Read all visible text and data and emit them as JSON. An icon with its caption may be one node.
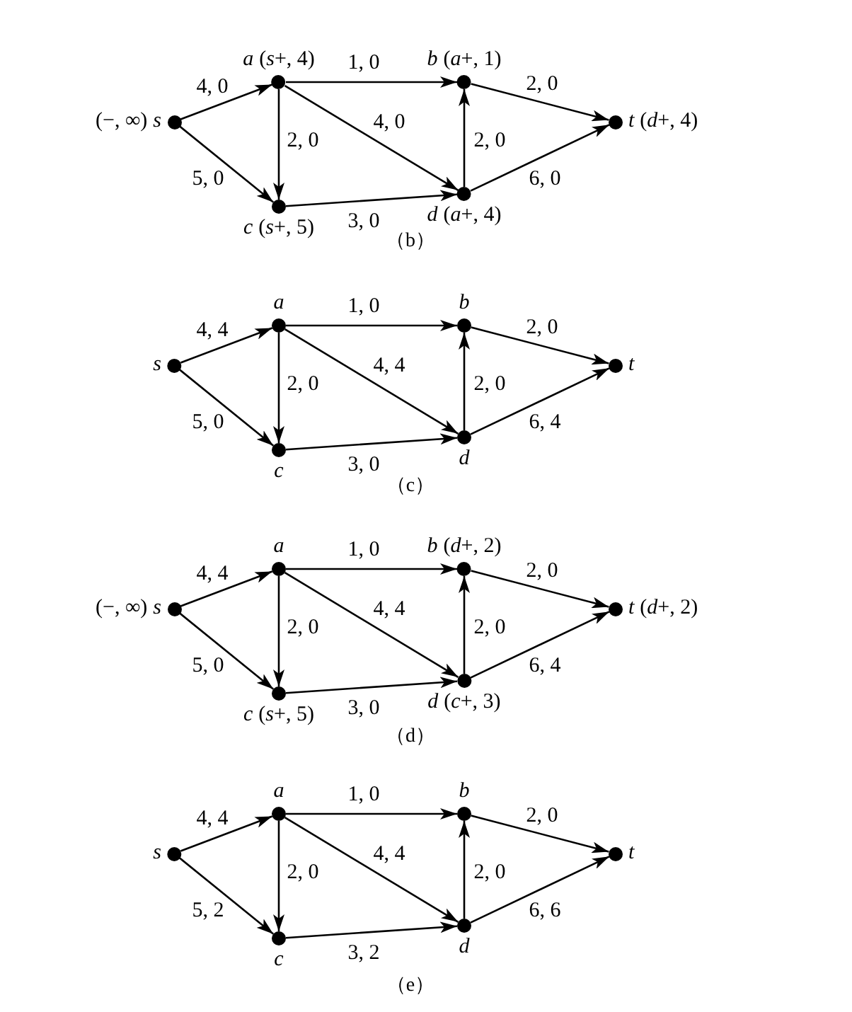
{
  "diagram": {
    "nodes": [
      {
        "text": [
          "s"
        ],
        "beside": [
          "(−, ∞)"
        ]
      },
      {
        "text": [
          "a"
        ],
        "beside": [
          "(*s*+, 4)"
        ]
      },
      {
        "text": [
          "b"
        ],
        "beside": [
          "(*a*+, 1)"
        ]
      },
      {
        "text": [
          "c"
        ],
        "beside": [
          "(*s*+, 5)"
        ]
      },
      {
        "text": [
          "d"
        ],
        "beside": [
          "(*a*+, 4)"
        ]
      },
      {
        "text": [
          "t"
        ],
        "beside": [
          "(*d*+, 4)"
        ]
      },
      {
        "text": [
          "s"
        ]
      },
      {
        "text": [
          "a"
        ]
      },
      {
        "text": [
          "b"
        ]
      },
      {
        "text": [
          "c"
        ]
      },
      {
        "text": [
          "d"
        ]
      },
      {
        "text": [
          "t"
        ]
      },
      {
        "text": [
          "s"
        ],
        "beside": [
          "(−, ∞)"
        ]
      },
      {
        "text": [
          "a"
        ]
      },
      {
        "text": [
          "b"
        ],
        "beside": [
          "(*d*+, 2)"
        ]
      },
      {
        "text": [
          "c"
        ],
        "beside": [
          "(*s*+, 5)"
        ]
      },
      {
        "text": [
          "d"
        ],
        "beside": [
          "(*c*+, 3)"
        ]
      },
      {
        "text": [
          "t"
        ],
        "beside": [
          "(*d*+, 2)"
        ]
      },
      {
        "text": [
          "s"
        ]
      },
      {
        "text": [
          "a"
        ]
      },
      {
        "text": [
          "b"
        ]
      },
      {
        "text": [
          "c"
        ]
      },
      {
        "text": [
          "d"
        ]
      },
      {
        "text": [
          "t"
        ]
      }
    ],
    "edges": [
      {
        "from": 0,
        "to": 1,
        "arrow": "to",
        "label": "4, 0"
      },
      {
        "from": 0,
        "to": 3,
        "arrow": "to",
        "label": "5, 0"
      },
      {
        "from": 1,
        "to": 2,
        "arrow": "to",
        "label": "1, 0"
      },
      {
        "from": 1,
        "to": 3,
        "arrow": "to",
        "label": "2, 0"
      },
      {
        "from": 1,
        "to": 4,
        "arrow": "to",
        "label": "4, 0"
      },
      {
        "from": 3,
        "to": 4,
        "arrow": "to",
        "label": "3, 0"
      },
      {
        "from": 4,
        "to": 2,
        "arrow": "to",
        "label": "2, 0"
      },
      {
        "from": 2,
        "to": 5,
        "arrow": "to",
        "label": "2, 0"
      },
      {
        "from": 4,
        "to": 5,
        "arrow": "to",
        "label": "6, 0"
      },
      {
        "from": 6,
        "to": 7,
        "arrow": "to",
        "label": "4, 4"
      },
      {
        "from": 6,
        "to": 9,
        "arrow": "to",
        "label": "5, 0"
      },
      {
        "from": 7,
        "to": 8,
        "arrow": "to",
        "label": "1, 0"
      },
      {
        "from": 7,
        "to": 9,
        "arrow": "to",
        "label": "2, 0"
      },
      {
        "from": 7,
        "to": 10,
        "arrow": "to",
        "label": "4, 4"
      },
      {
        "from": 9,
        "to": 10,
        "arrow": "to",
        "label": "3, 0"
      },
      {
        "from": 10,
        "to": 8,
        "arrow": "to",
        "label": "2, 0"
      },
      {
        "from": 8,
        "to": 11,
        "arrow": "to",
        "label": "2, 0"
      },
      {
        "from": 10,
        "to": 11,
        "arrow": "to",
        "label": "6, 4"
      },
      {
        "from": 12,
        "to": 13,
        "arrow": "to",
        "label": "4, 4"
      },
      {
        "from": 12,
        "to": 15,
        "arrow": "to",
        "label": "5, 0"
      },
      {
        "from": 13,
        "to": 14,
        "arrow": "to",
        "label": "1, 0"
      },
      {
        "from": 13,
        "to": 15,
        "arrow": "to",
        "label": "2, 0"
      },
      {
        "from": 13,
        "to": 16,
        "arrow": "to",
        "label": "4, 4"
      },
      {
        "from": 15,
        "to": 16,
        "arrow": "to",
        "label": "3, 0"
      },
      {
        "from": 16,
        "to": 14,
        "arrow": "to",
        "label": "2, 0"
      },
      {
        "from": 14,
        "to": 17,
        "arrow": "to",
        "label": "2, 0"
      },
      {
        "from": 16,
        "to": 17,
        "arrow": "to",
        "label": "6, 4"
      },
      {
        "from": 18,
        "to": 19,
        "arrow": "to",
        "label": "4, 4"
      },
      {
        "from": 18,
        "to": 21,
        "arrow": "to",
        "label": "5, 2"
      },
      {
        "from": 19,
        "to": 20,
        "arrow": "to",
        "label": "1, 0"
      },
      {
        "from": 19,
        "to": 21,
        "arrow": "to",
        "label": "2, 0"
      },
      {
        "from": 19,
        "to": 22,
        "arrow": "to",
        "label": "4, 4"
      },
      {
        "from": 21,
        "to": 22,
        "arrow": "to",
        "label": "3, 2"
      },
      {
        "from": 22,
        "to": 20,
        "arrow": "to",
        "label": "2, 0"
      },
      {
        "from": 20,
        "to": 23,
        "arrow": "to",
        "label": "2, 0"
      },
      {
        "from": 22,
        "to": 23,
        "arrow": "to",
        "label": "6, 6"
      }
    ],
    "labels": [
      "（b）",
      "（c）",
      "（d）",
      "（e）"
    ]
  }
}
